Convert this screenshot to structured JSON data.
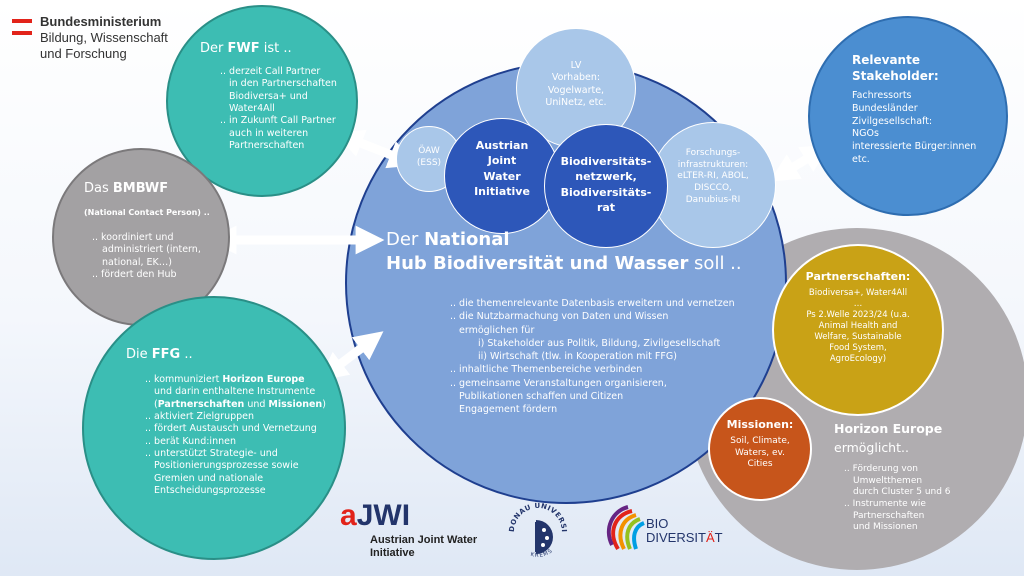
{
  "colors": {
    "teal": "#3dbdb3",
    "grey": "#a3a1a3",
    "big_blue": "#7fa3d9",
    "light_blue": "#a9c7e9",
    "dark_blue": "#2d57b9",
    "stakeholder_blue": "#4b8ed1",
    "gold": "#c9a216",
    "orange": "#c7551b",
    "big_grey": "#b0adb0",
    "red": "#e2231a"
  },
  "logo": {
    "line1": "Bundesministerium",
    "line2": "Bildung, Wissenschaft",
    "line3": "und Forschung"
  },
  "fwf": {
    "prefix": "Der ",
    "name": "FWF",
    "suffix": " ist ..",
    "lines": [
      ".. derzeit Call Partner",
      "in den Partnerschaften",
      "Biodiversa+ und",
      "Water4All",
      ".. in Zukunft Call Partner",
      "auch in weiteren",
      "Partnerschaften"
    ]
  },
  "bmbwf": {
    "prefix": "Das ",
    "name": "BMBWF",
    "subtitle": "(National Contact Person) ..",
    "lines": [
      ".. koordiniert und",
      "administriert (intern,",
      "national, EK…)",
      ".. fördert den Hub"
    ]
  },
  "ffg": {
    "prefix": "Die ",
    "name": "FFG",
    "suffix": " ..",
    "l1_pre": ".. kommuniziert ",
    "l1_bold": "Horizon Europe",
    "l2": "und darin enthaltene Instrumente",
    "l3_open": "(",
    "l3_b1": "Partnerschaften",
    "l3_mid": " und ",
    "l3_b2": "Missionen",
    "l3_close": ")",
    "lines": [
      ".. aktiviert Zielgruppen",
      ".. fördert Austausch und Vernetzung",
      ".. berät Kund:innen",
      ".. unterstützt Strategie- und",
      "Positionierungsprozesse sowie",
      "Gremien und nationale",
      "Entscheidungsprozesse"
    ]
  },
  "hub": {
    "title_1_pre": "Der ",
    "title_1_bold": "National",
    "title_2_bold": "Hub Biodiversität und Wasser",
    "title_2_post": " soll ..",
    "points": [
      ".. die themenrelevante  Datenbasis erweitern und vernetzen",
      ".. die Nutzbarmachung  von Daten und Wissen",
      "ermöglichen für",
      "i) Stakeholder  aus Politik, Bildung, Zivilgesellschaft",
      "ii) Wirtschaft (tlw. in Kooperation  mit FFG)",
      ".. inhaltliche Themenbereiche verbinden",
      ".. gemeinsame Veranstaltungen organisieren,",
      "Publikationen  schaffen und Citizen",
      "Engagement fördern"
    ]
  },
  "lv": {
    "lines": [
      "LV",
      "Vorhaben:",
      "Vogelwarte,",
      "UniNetz, etc."
    ]
  },
  "oeaw": {
    "lines": [
      "ÖAW",
      "(ESS)"
    ]
  },
  "ajwi_circle": {
    "lines": [
      "Austrian",
      "Joint",
      "Water",
      "Initiative"
    ]
  },
  "biodiv_net": {
    "lines": [
      "Biodiversitäts-",
      "netzwerk,",
      "Biodiversitäts-",
      "rat"
    ]
  },
  "research": {
    "lines": [
      "Forschungs-",
      "infrastrukturen:",
      "eLTER-RI, ABOL,",
      "DISCCO,",
      "Danubius-RI"
    ]
  },
  "stakeholder": {
    "title1": "Relevante",
    "title2": "Stakeholder:",
    "lines": [
      "Fachressorts",
      "Bundesländer",
      "Zivilgesellschaft:",
      "NGOs",
      "interessierte Bürger:innen",
      "etc."
    ]
  },
  "partnerships": {
    "title": "Partnerschaften:",
    "lines": [
      "Biodiversa+,  Water4All",
      "…",
      "Ps 2.Welle 2023/24 (u.a.",
      "Animal Health and",
      "Welfare, Sustainable",
      "Food System,",
      "AgroEcology)"
    ]
  },
  "missions": {
    "title": "Missionen:",
    "lines": [
      "Soil, Climate,",
      "Waters, ev.",
      "Cities"
    ]
  },
  "horizon": {
    "title": "Horizon  Europe",
    "subtitle": "ermöglicht..",
    "lines": [
      ".. Förderung von",
      "Umweltthemen",
      "durch Cluster 5 und 6",
      ".. Instrumente wie",
      "Partnerschaften",
      "und Missionen"
    ]
  },
  "logos": {
    "ajwi_mark": "JWI",
    "ajwi_a": "a",
    "ajwi_line1": "Austrian Joint Water",
    "ajwi_line2": "Initiative",
    "donau_text": "DONAU UNIVERSITÄT",
    "donau_krems": "KREMS",
    "bio_line1": "BIO",
    "bio_line2_pre": "DIVERSIT",
    "bio_line2_accent": "Ä",
    "bio_line2_post": "T"
  }
}
